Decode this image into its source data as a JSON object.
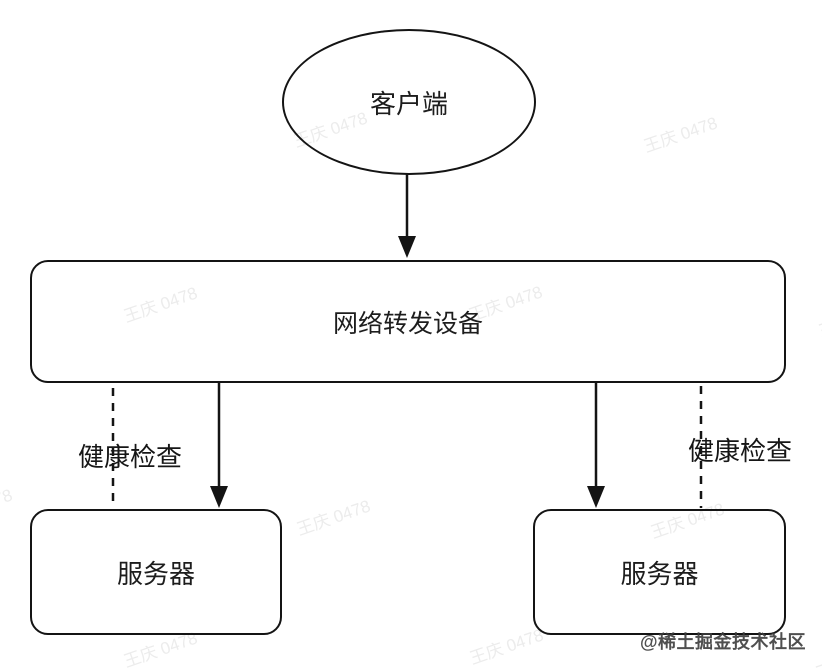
{
  "diagram": {
    "client": {
      "label": "客户端"
    },
    "forwarder": {
      "label": "网络转发设备"
    },
    "servers": [
      {
        "label": "服务器"
      },
      {
        "label": "服务器"
      }
    ],
    "edges": {
      "health_check_left": {
        "label": "健康检查"
      },
      "health_check_right": {
        "label": "健康检查"
      }
    }
  },
  "watermarks": {
    "user": "王庆 0478",
    "community": "@稀土掘金技术社区"
  },
  "colors": {
    "line": "#141414",
    "text": "#1d1d1d",
    "user_watermark": "#ececec",
    "community_watermark": "#3c3c3c",
    "background": "#ffffff"
  }
}
